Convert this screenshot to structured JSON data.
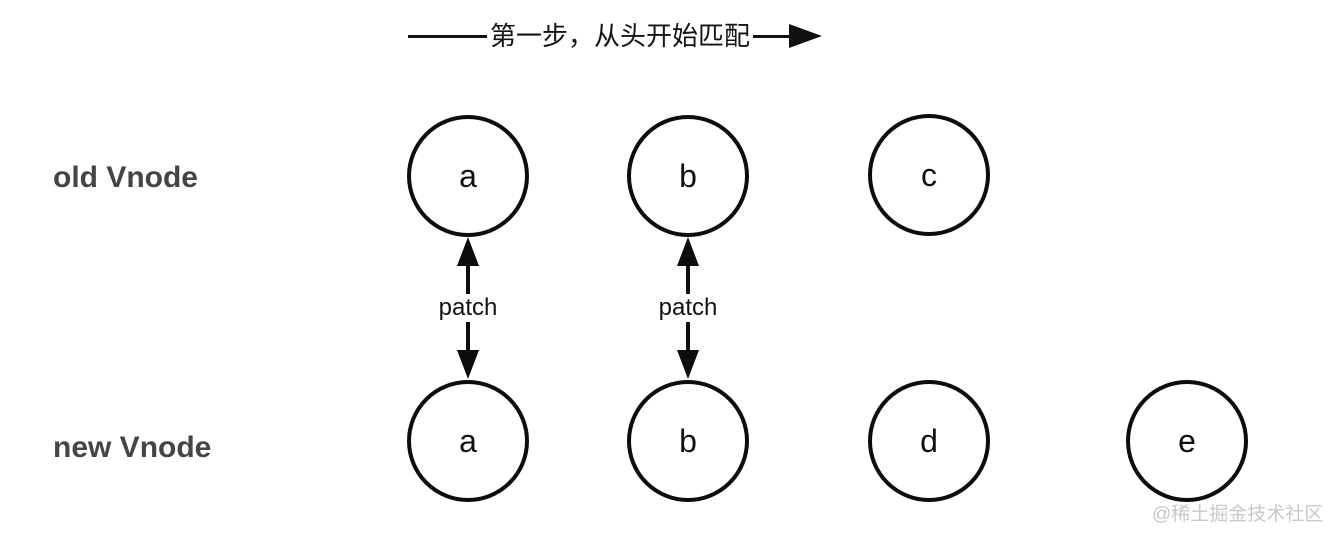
{
  "diagram": {
    "step_arrow": {
      "label": "第一步，从头开始匹配"
    },
    "old_row": {
      "label": "old Vnode",
      "nodes": [
        {
          "label": "a"
        },
        {
          "label": "b"
        },
        {
          "label": "c"
        }
      ]
    },
    "new_row": {
      "label": "new Vnode",
      "nodes": [
        {
          "label": "a"
        },
        {
          "label": "b"
        },
        {
          "label": "d"
        },
        {
          "label": "e"
        }
      ]
    },
    "patch_links": [
      {
        "label": "patch"
      },
      {
        "label": "patch"
      }
    ],
    "watermark": "@稀土掘金技术社区",
    "colors": {
      "stroke": "#111111",
      "row_label": "#454545",
      "watermark": "#c8c8c8",
      "background": "#ffffff"
    }
  }
}
